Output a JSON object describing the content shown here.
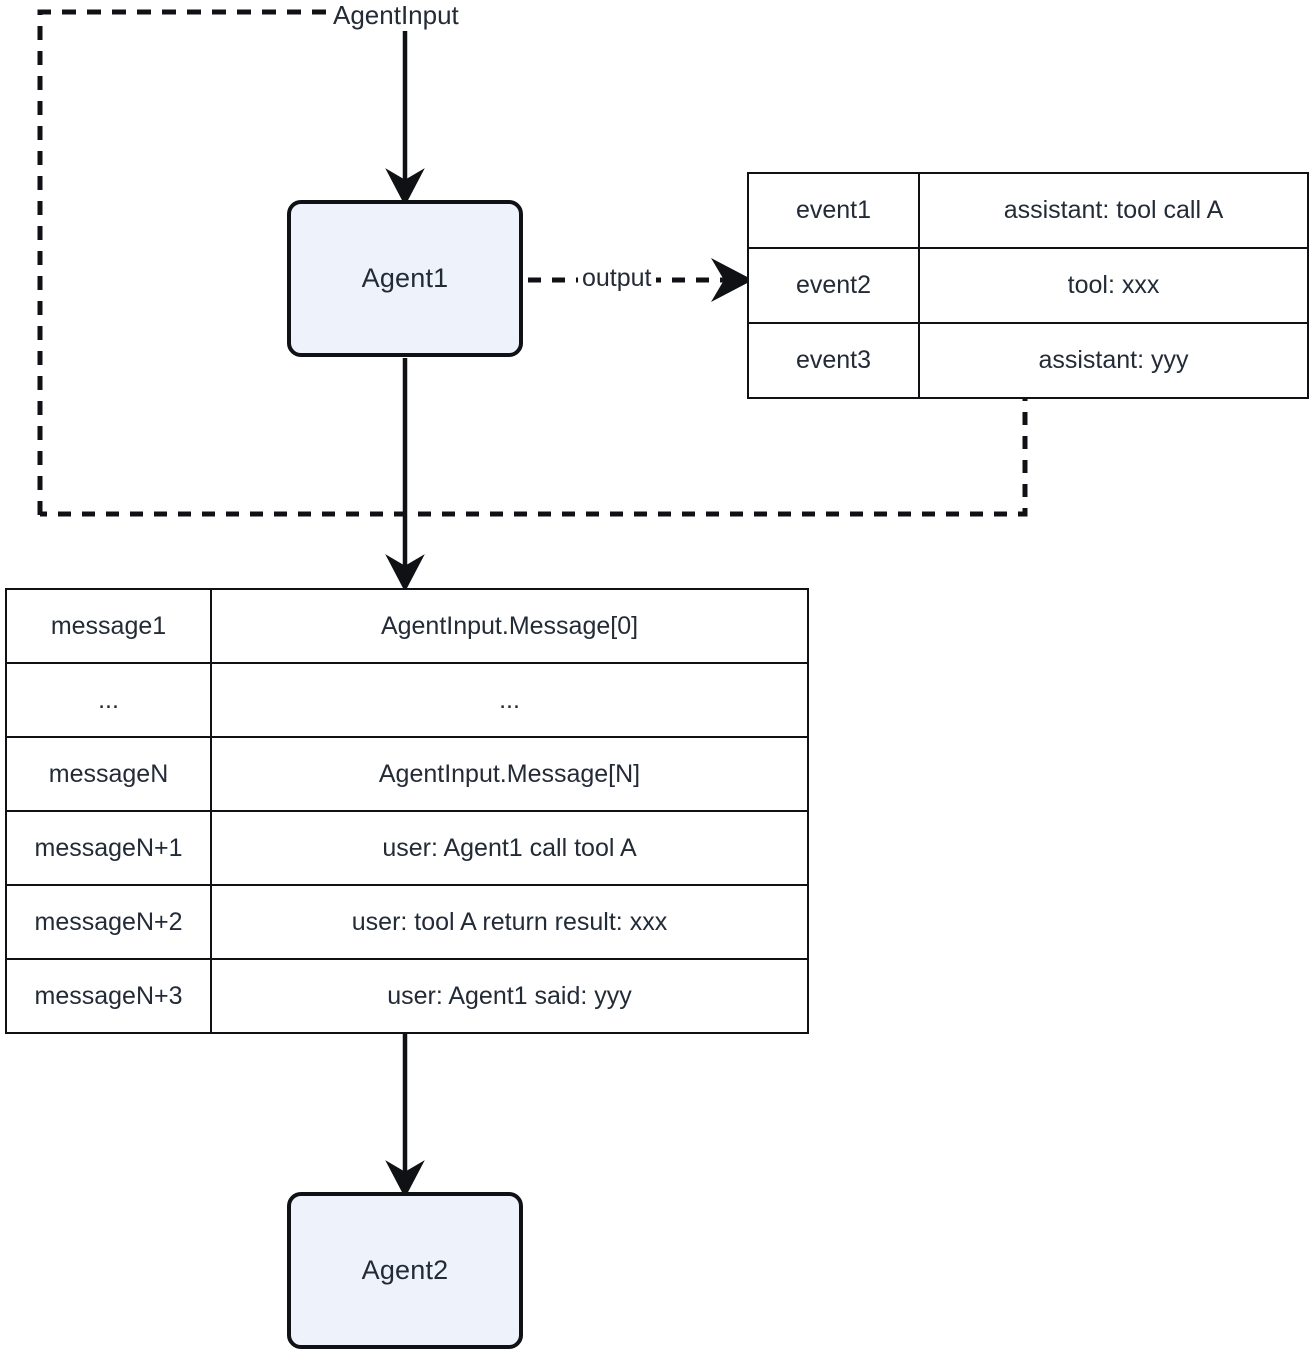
{
  "diagram": {
    "title_label": "AgentInput",
    "nodes": [
      {
        "id": "agent1",
        "label": "Agent1"
      },
      {
        "id": "agent2",
        "label": "Agent2"
      }
    ],
    "edge_labels": {
      "output": "output"
    },
    "event_table": {
      "rows": [
        {
          "key": "event1",
          "value": "assistant: tool call A"
        },
        {
          "key": "event2",
          "value": "tool: xxx"
        },
        {
          "key": "event3",
          "value": "assistant: yyy"
        }
      ]
    },
    "message_table": {
      "rows": [
        {
          "key": "message1",
          "value": "AgentInput.Message[0]"
        },
        {
          "key": "...",
          "value": "..."
        },
        {
          "key": "messageN",
          "value": "AgentInput.Message[N]"
        },
        {
          "key": "messageN+1",
          "value": "user: Agent1 call tool A"
        },
        {
          "key": "messageN+2",
          "value": "user: tool A return result: xxx"
        },
        {
          "key": "messageN+3",
          "value": "user: Agent1 said: yyy"
        }
      ]
    },
    "colors": {
      "node_fill": "#edf2fb",
      "node_stroke": "#0f1115",
      "text": "#232b37",
      "table_border": "#0f1115",
      "background": "#ffffff"
    }
  }
}
